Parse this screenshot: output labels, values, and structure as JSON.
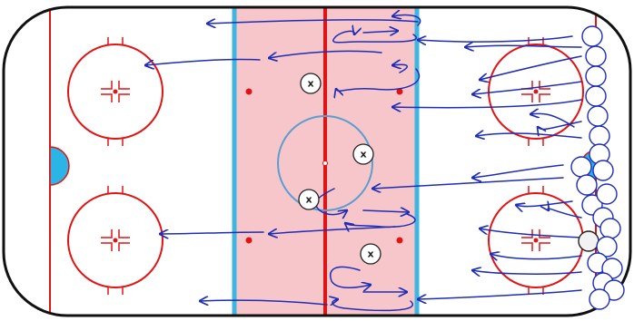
{
  "colors": {
    "board": "#111111",
    "ice": "#ffffff",
    "red_line": "#e11414",
    "blue_line": "#3fb5e0",
    "neutral_zone": "#f6c6ca",
    "faceoff": "#e11414",
    "arrow": "#1f2db4",
    "center_circle": "#5a9fd0",
    "crease": "#2bb5e6",
    "player_fill": "#ffffff",
    "player_stroke": "#222222",
    "queue_fill": "#ffffff",
    "queue_stroke": "#1f2db4"
  },
  "players": [
    {
      "id": "p1",
      "label": "x"
    },
    {
      "id": "p2",
      "label": "x"
    },
    {
      "id": "p3",
      "label": "x"
    },
    {
      "id": "p4",
      "label": "x"
    }
  ],
  "queue_count": 21
}
